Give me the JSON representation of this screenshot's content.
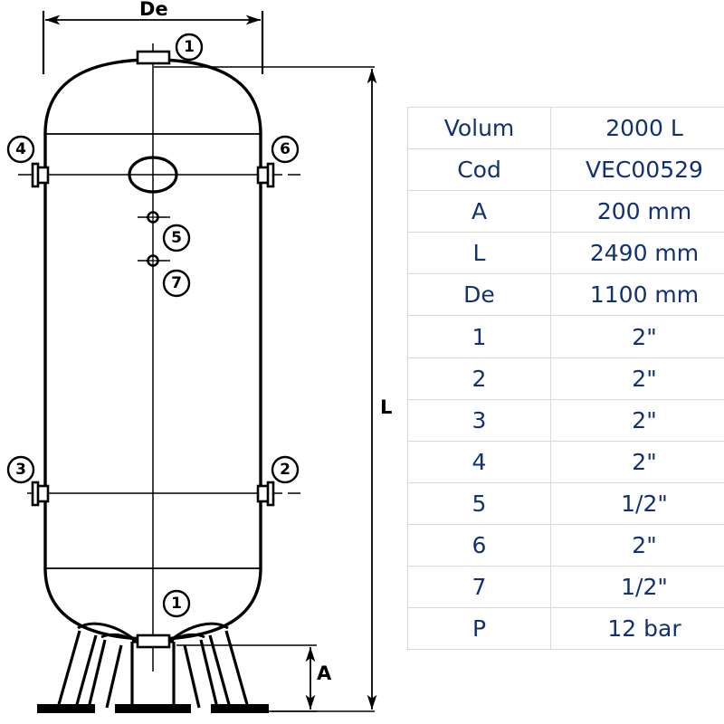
{
  "drawing": {
    "title_labels": {
      "diameter_label": "De",
      "length_label": "L",
      "height_label": "A"
    },
    "callouts": [
      {
        "id": "top-nozzle",
        "label": "1"
      },
      {
        "id": "left-upper-nozzle",
        "label": "4"
      },
      {
        "id": "right-upper-nozzle",
        "label": "6"
      },
      {
        "id": "centerline-upper-port",
        "label": "5"
      },
      {
        "id": "centerline-lower-port",
        "label": "7"
      },
      {
        "id": "left-lower-nozzle",
        "label": "3"
      },
      {
        "id": "right-lower-nozzle",
        "label": "2"
      },
      {
        "id": "bottom-drain-nozzle",
        "label": "1"
      }
    ]
  },
  "spec_table": {
    "rows": [
      {
        "label": "Volum",
        "value": "2000 L"
      },
      {
        "label": "Cod",
        "value": "VEC00529"
      },
      {
        "label": "A",
        "value": "200 mm"
      },
      {
        "label": "L",
        "value": "2490 mm"
      },
      {
        "label": "De",
        "value": "1100 mm"
      },
      {
        "label": "1",
        "value": "2\""
      },
      {
        "label": "2",
        "value": "2\""
      },
      {
        "label": "3",
        "value": "2\""
      },
      {
        "label": "4",
        "value": "2\""
      },
      {
        "label": "5",
        "value": "1/2\""
      },
      {
        "label": "6",
        "value": "2\""
      },
      {
        "label": "7",
        "value": "1/2\""
      },
      {
        "label": "P",
        "value": "12 bar"
      }
    ]
  },
  "colors": {
    "line": "#000000",
    "table_text": "#123172",
    "table_border": "#d9d9d9",
    "background": "#ffffff"
  }
}
